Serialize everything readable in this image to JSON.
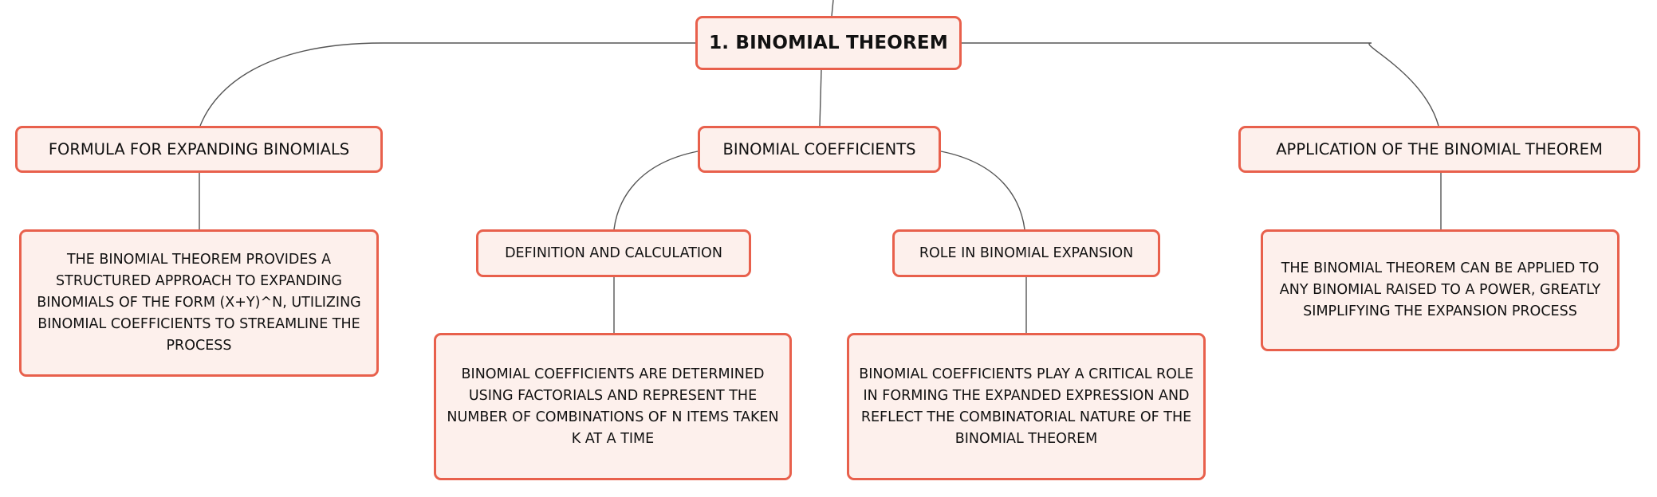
{
  "mindmap": {
    "root": {
      "label": "1. BINOMIAL THEOREM"
    },
    "branches": [
      {
        "label": "FORMULA FOR EXPANDING BINOMIALS",
        "detail": "THE BINOMIAL THEOREM PROVIDES A STRUCTURED APPROACH TO EXPANDING BINOMIALS OF THE FORM (X+Y)^N, UTILIZING BINOMIAL COEFFICIENTS TO STREAMLINE THE PROCESS"
      },
      {
        "label": "BINOMIAL COEFFICIENTS",
        "children": [
          {
            "label": "DEFINITION AND CALCULATION",
            "detail": "BINOMIAL COEFFICIENTS ARE DETERMINED USING FACTORIALS AND REPRESENT THE NUMBER OF COMBINATIONS OF N ITEMS TAKEN K AT A TIME"
          },
          {
            "label": "ROLE IN BINOMIAL EXPANSION",
            "detail": "BINOMIAL COEFFICIENTS PLAY A CRITICAL ROLE IN FORMING THE EXPANDED EXPRESSION AND REFLECT THE COMBINATORIAL NATURE OF THE BINOMIAL THEOREM"
          }
        ]
      },
      {
        "label": "APPLICATION OF THE BINOMIAL THEOREM",
        "detail": "THE BINOMIAL THEOREM CAN BE APPLIED TO ANY BINOMIAL RAISED TO A POWER, GREATLY SIMPLIFYING THE EXPANSION PROCESS"
      }
    ]
  },
  "colors": {
    "node_border": "#e8604c",
    "node_fill": "#fdf0ec",
    "connector": "#555555"
  }
}
